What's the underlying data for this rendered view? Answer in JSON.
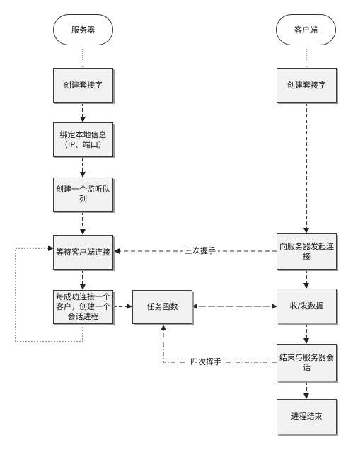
{
  "server": {
    "title": "服务器",
    "steps": [
      "创建套接字",
      "绑定本地信息（IP、端口）",
      "创建一个监听队列",
      "等待客户端连接",
      "每成功连接一个客户，创建一个会话进程"
    ]
  },
  "client": {
    "title": "客户端",
    "steps": [
      "创建套接字",
      "向服务器发起连接",
      "收/发数据",
      "结束与服务器会话",
      "进程结束"
    ]
  },
  "task": {
    "label": "任务函数"
  },
  "edges": {
    "three_way": "三次握手",
    "four_way": "四次挥手"
  }
}
